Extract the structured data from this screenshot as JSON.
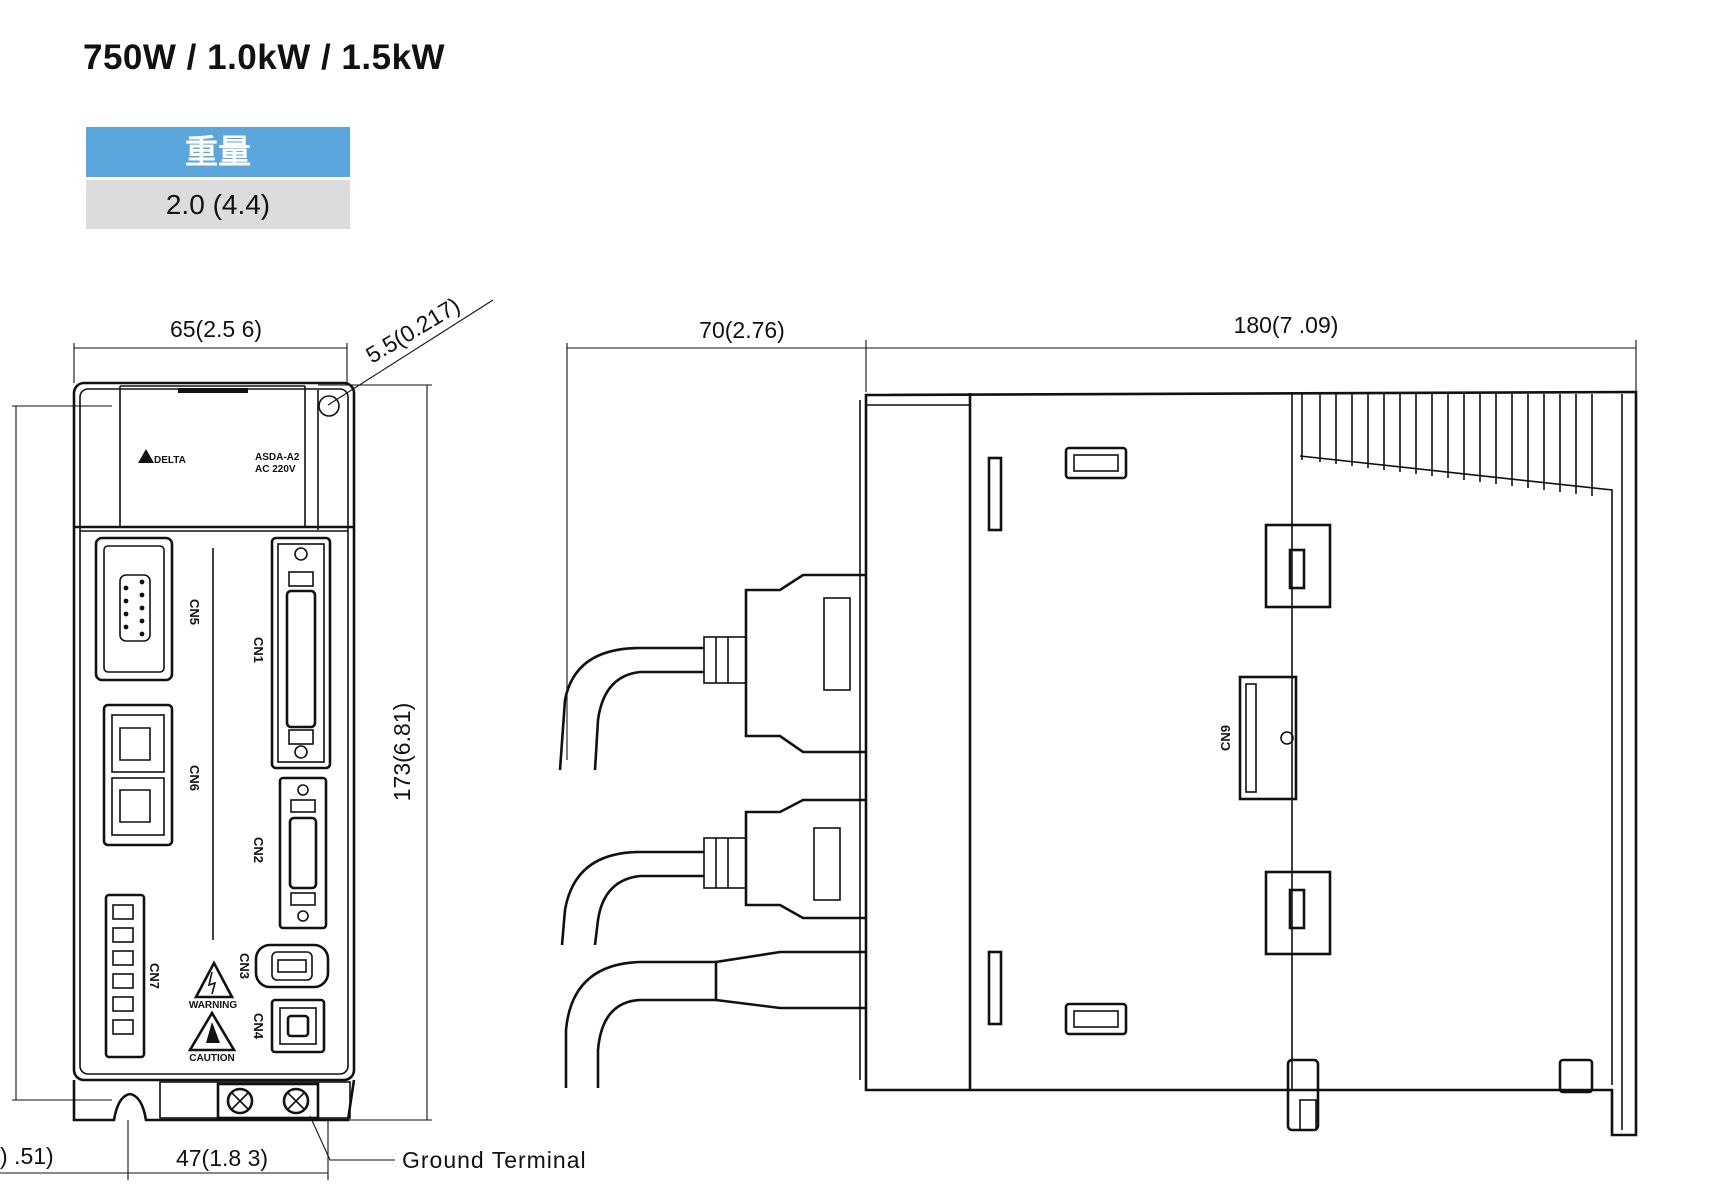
{
  "title": "750W / 1.0kW / 1.5kW",
  "weight_table": {
    "header": "重量",
    "value": "2.0 (4.4)"
  },
  "front_view": {
    "dim_width": "65(2.5 6)",
    "dim_hole": "5.5(0.217)",
    "dim_height": "173(6.81)",
    "dim_bottom": "47(1.8 3)",
    "dim_left_partial": ") .51)",
    "ground_label": "Ground Terminal",
    "brand_text": "DELTA",
    "model_text": "ASDA-A2",
    "voltage_text": "AC 220V",
    "connectors": [
      "CN5",
      "CN6",
      "CN7",
      "CN1",
      "CN2",
      "CN3",
      "CN4"
    ],
    "warning_text": "WARNING",
    "caution_text": "CAUTION"
  },
  "side_view": {
    "dim_cable": "70(2.76)",
    "dim_depth": "180(7 .09)",
    "connector": "CN9"
  }
}
